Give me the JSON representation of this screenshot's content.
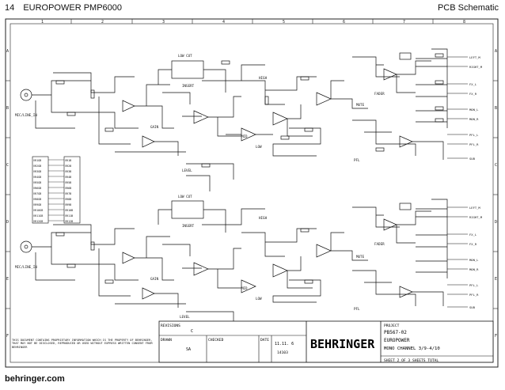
{
  "header": {
    "page_number": "14",
    "product": "EUROPOWER PMP6000",
    "section": "PCB Schematic"
  },
  "frame": {
    "columns": [
      "1",
      "2",
      "3",
      "4",
      "5",
      "6",
      "7",
      "8"
    ],
    "rows": [
      "A",
      "B",
      "C",
      "D",
      "E",
      "F"
    ]
  },
  "labels": {
    "lowcut_1": "LOW CUT",
    "lowcut_2": "LOW CUT",
    "insert_1": "INSERT",
    "insert_2": "INSERT",
    "gain_1": "GAIN",
    "gain_2": "GAIN",
    "micline_1": "MIC/LINE_IN",
    "micline_2": "MIC/LINE_IN",
    "level_1": "LEVEL",
    "level_2": "LEVEL",
    "mute_1": "MUTE",
    "mute_2": "MUTE",
    "fader_1": "FADER",
    "fader_2": "FADER",
    "mid_1": "MID",
    "mid_2": "MID",
    "low_1": "LOW",
    "low_2": "LOW",
    "high_1": "HIGH",
    "high_2": "HIGH",
    "pfl_1": "PFL",
    "pfl_2": "PFL"
  },
  "outputs_top": [
    "LEFT_M",
    "RIGHT_M",
    "FX_L",
    "FX_R",
    "MON_L",
    "MON_R",
    "PFL_L",
    "PFL_R",
    "SUB"
  ],
  "outputs_bottom": [
    "LEFT_M",
    "RIGHT_M",
    "FX_L",
    "FX_R",
    "MON_L",
    "MON_R",
    "PFL_L",
    "PFL_R",
    "SUB"
  ],
  "vr_list_left": [
    "VR1GB",
    "VR2GB",
    "VR3GB",
    "VR4GB",
    "VR5GB",
    "VR6GB",
    "VR7GB",
    "VR8GB",
    "VR9GB",
    "VR10GB",
    "VR11GB",
    "VR12GB"
  ],
  "vr_list_right": [
    "VR1B",
    "VR2B",
    "VR3B",
    "VR4B",
    "VR5B",
    "VR6B",
    "VR7B",
    "VR8B",
    "VR9B",
    "VR10B",
    "VR11B",
    "VR12B"
  ],
  "title_block": {
    "revisions_label": "REVISIONS",
    "revision_value": "C",
    "drawn_label": "DRAWN",
    "drawn_value": "SA",
    "checked_label": "CHECKED",
    "date_label": "DATE",
    "date_value": "11.11. 6",
    "ref_value": "14103",
    "brand": "BEHRINGER",
    "project_label": "PROJECT",
    "project_code": "PB567-02",
    "project_name": "EUROPOWER",
    "project_desc": "MONO CHANNEL 3/9-4/10",
    "sheet_info": "SHEET 2   OF 3   SHEETS TOTAL",
    "legal": "THIS DOCUMENT CONTAINS PROPRIETARY INFORMATION WHICH IS THE PROPERTY OF BEHRINGER, THAT MAY NOT BE DISCLOSED, REPRODUCED OR USED WITHOUT EXPRESS WRITTEN CONSENT FROM BEHRINGER"
  },
  "footer": {
    "url": "behringer.com"
  }
}
